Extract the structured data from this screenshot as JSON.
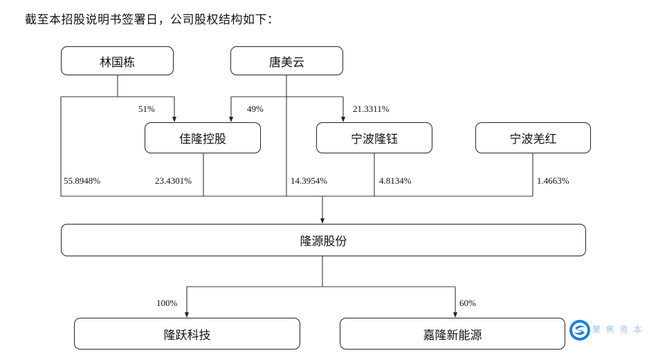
{
  "heading": "截至本招股说明书签署日，公司股权结构如下：",
  "entities": {
    "linguodong": "林国栋",
    "tangmeiyun": "唐美云",
    "jialong": "佳隆控股",
    "ningbolongyu": "宁波隆钰",
    "ningboqianghong": "宁波羌红",
    "longyuan": "隆源股份",
    "longyue": "隆跃科技",
    "jialongxin": "嘉隆新能源"
  },
  "percentages": {
    "lin_to_jialong": "51%",
    "tang_to_jialong": "49%",
    "tang_to_longyu": "21.3311%",
    "lin_to_longyuan": "55.8948%",
    "jialong_to_longyuan": "23.4301%",
    "tang_to_longyuan": "14.3954%",
    "longyu_to_longyuan": "4.8134%",
    "qianghong_to_longyuan": "1.4663%",
    "longyuan_to_longyue": "100%",
    "longyuan_to_jialongxin": "60%"
  },
  "watermark": "聚 焦 资 本"
}
